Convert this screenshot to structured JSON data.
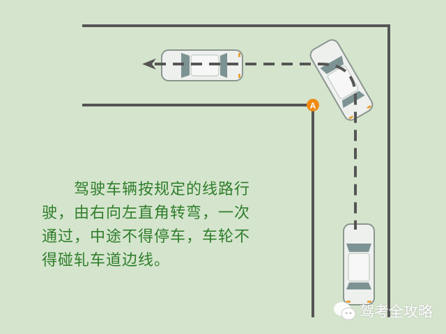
{
  "marker": {
    "label": "A",
    "color": "#f08a12"
  },
  "description": {
    "lines": [
      "　　驾驶车辆按规定的线路行",
      "驶，由右向左直角转弯，一次",
      "通过，中途不得停车，车轮不",
      "得碰轧车道边线。"
    ]
  },
  "watermark": {
    "text": "驾考全攻略",
    "icon": "wechat-icon"
  },
  "colors": {
    "background": "#d5e5cd",
    "road_line": "#555555",
    "text": "#2f7d2c"
  }
}
